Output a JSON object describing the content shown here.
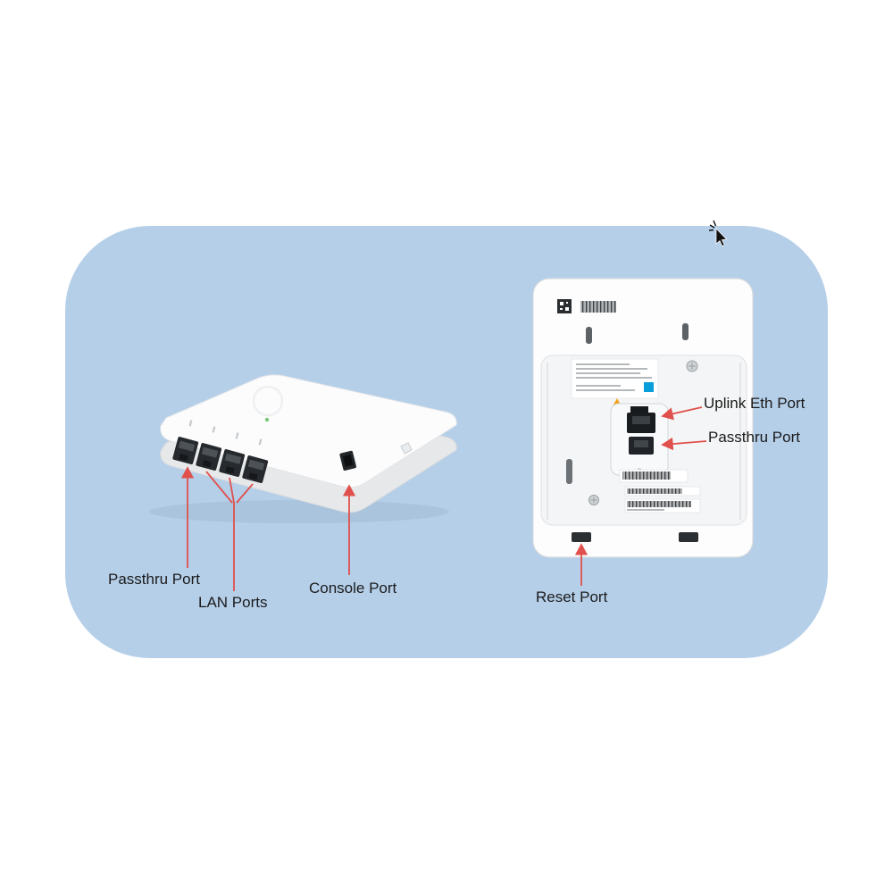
{
  "labels": {
    "passthru_front": "Passthru Port",
    "lan_ports": "LAN Ports",
    "console_port": "Console Port",
    "uplink_eth_port": "Uplink Eth Port",
    "passthru_back": "Passthru Port",
    "reset_port": "Reset Port"
  },
  "colors": {
    "canvas_bg": "#ffffff",
    "panel_bg": "#b5cfe9",
    "annotation_red": "#e0504c",
    "port_dark": "#26292d",
    "device_white": "#fcfcfd",
    "brand_blue": "#0a9ed9",
    "warning_orange": "#f2a21a"
  },
  "icons": {
    "cursor": "mouse-pointer-icon",
    "front_device": "access-point-front-view",
    "back_device": "access-point-back-view",
    "qr": "qr-code-icon",
    "barcode": "barcode-icon",
    "warning": "warning-triangle-icon"
  }
}
